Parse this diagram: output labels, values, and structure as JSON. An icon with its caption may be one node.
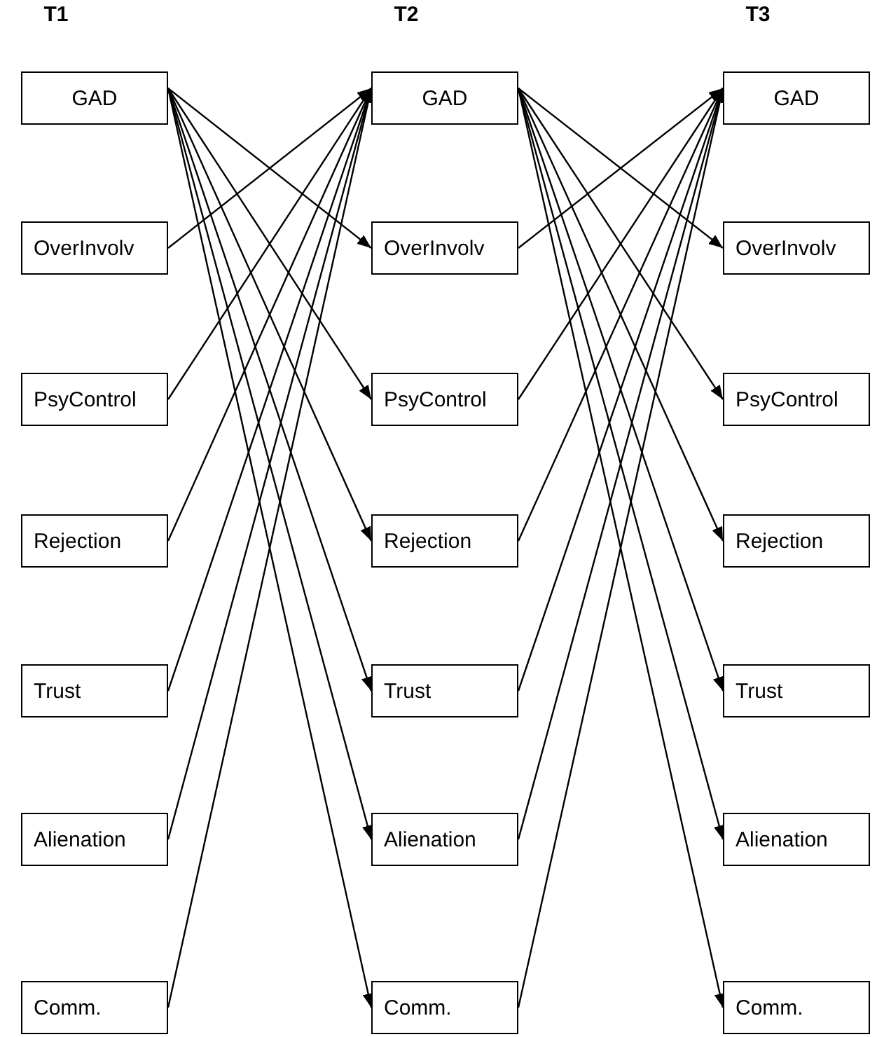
{
  "diagram": {
    "nodes": [
      {
        "text": [
          "GAD"
        ]
      },
      {
        "text": [
          "OverInvolv"
        ]
      },
      {
        "text": [
          "PsyControl"
        ]
      },
      {
        "text": [
          "Rejection"
        ]
      },
      {
        "text": [
          "Trust"
        ]
      },
      {
        "text": [
          "Alienation"
        ]
      },
      {
        "text": [
          "Comm."
        ]
      },
      {
        "text": [
          "GAD"
        ]
      },
      {
        "text": [
          "OverInvolv"
        ]
      },
      {
        "text": [
          "PsyControl"
        ]
      },
      {
        "text": [
          "Rejection"
        ]
      },
      {
        "text": [
          "Trust"
        ]
      },
      {
        "text": [
          "Alienation"
        ]
      },
      {
        "text": [
          "Comm."
        ]
      },
      {
        "text": [
          "GAD"
        ]
      },
      {
        "text": [
          "OverInvolv"
        ]
      },
      {
        "text": [
          "PsyControl"
        ]
      },
      {
        "text": [
          "Rejection"
        ]
      },
      {
        "text": [
          "Trust"
        ]
      },
      {
        "text": [
          "Alienation"
        ]
      },
      {
        "text": [
          "Comm."
        ]
      }
    ],
    "edges": [
      {
        "from": 0,
        "to": 8,
        "arrow": "to"
      },
      {
        "from": 0,
        "to": 9,
        "arrow": "to"
      },
      {
        "from": 0,
        "to": 10,
        "arrow": "to"
      },
      {
        "from": 0,
        "to": 11,
        "arrow": "to"
      },
      {
        "from": 0,
        "to": 12,
        "arrow": "to"
      },
      {
        "from": 0,
        "to": 13,
        "arrow": "to"
      },
      {
        "from": 1,
        "to": 7,
        "arrow": "to"
      },
      {
        "from": 2,
        "to": 7,
        "arrow": "to"
      },
      {
        "from": 3,
        "to": 7,
        "arrow": "to"
      },
      {
        "from": 4,
        "to": 7,
        "arrow": "to"
      },
      {
        "from": 5,
        "to": 7,
        "arrow": "to"
      },
      {
        "from": 6,
        "to": 7,
        "arrow": "to"
      },
      {
        "from": 7,
        "to": 15,
        "arrow": "to"
      },
      {
        "from": 7,
        "to": 16,
        "arrow": "to"
      },
      {
        "from": 7,
        "to": 17,
        "arrow": "to"
      },
      {
        "from": 7,
        "to": 18,
        "arrow": "to"
      },
      {
        "from": 7,
        "to": 19,
        "arrow": "to"
      },
      {
        "from": 7,
        "to": 20,
        "arrow": "to"
      },
      {
        "from": 8,
        "to": 14,
        "arrow": "to"
      },
      {
        "from": 9,
        "to": 14,
        "arrow": "to"
      },
      {
        "from": 10,
        "to": 14,
        "arrow": "to"
      },
      {
        "from": 11,
        "to": 14,
        "arrow": "to"
      },
      {
        "from": 12,
        "to": 14,
        "arrow": "to"
      },
      {
        "from": 13,
        "to": 14,
        "arrow": "to"
      }
    ],
    "labels": [
      "T1",
      "T2",
      "T3"
    ]
  }
}
